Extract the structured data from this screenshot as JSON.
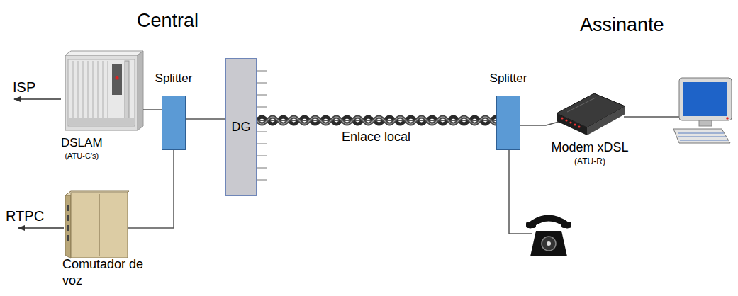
{
  "diagram": {
    "nodes": [
      {
        "text": [
          "DSLAM",
          "(ATU-C's)"
        ]
      },
      {
        "text": [
          "Splitter"
        ]
      },
      {
        "text": [
          "DG"
        ]
      },
      {
        "text": [
          "Splitter"
        ]
      },
      {
        "text": [
          "Modem xDSL",
          "(ATU-R)"
        ]
      },
      {
        "text": [
          "Comutador de voz"
        ]
      }
    ],
    "edges": [
      {
        "from": 0,
        "to": 1,
        "arrow": "none"
      },
      {
        "from": 1,
        "to": 2,
        "arrow": "none"
      },
      {
        "from": 2,
        "to": 3,
        "arrow": "none",
        "label": "Enlace local"
      },
      {
        "from": 3,
        "to": 4,
        "arrow": "none"
      },
      {
        "from": 5,
        "to": 1,
        "arrow": "none"
      }
    ],
    "labels": [
      "Central",
      "Assinante",
      "ISP",
      "RTPC"
    ]
  }
}
